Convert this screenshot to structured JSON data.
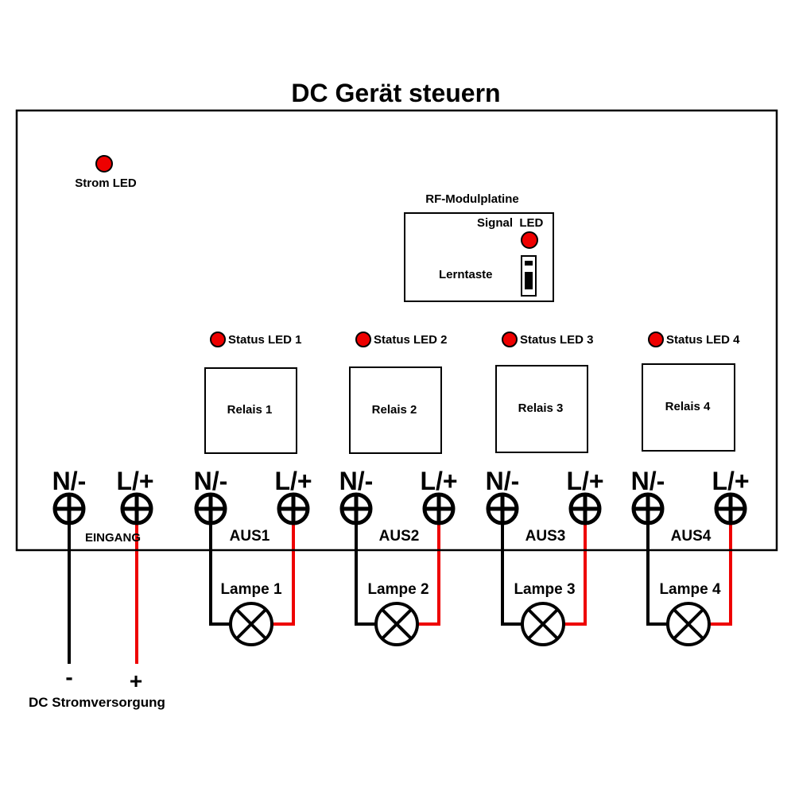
{
  "title": "DC Gerät steuern",
  "colors": {
    "led": "#ee0000",
    "wire_neg": "#000000",
    "wire_pos": "#ee0000"
  },
  "power_led": {
    "label": "Strom LED"
  },
  "rf_module": {
    "title": "RF-Modulplatine",
    "signal_led_label": "Signal  LED",
    "learn_button_label": "Lerntaste"
  },
  "input": {
    "label": "EINGANG",
    "terminal_neg": "N/-",
    "terminal_pos": "L/+"
  },
  "channels": [
    {
      "status_led": "Status LED 1",
      "relay": "Relais 1",
      "output": "AUS1",
      "terminal_neg": "N/-",
      "terminal_pos": "L/+",
      "lamp": "Lampe 1"
    },
    {
      "status_led": "Status LED 2",
      "relay": "Relais 2",
      "output": "AUS2",
      "terminal_neg": "N/-",
      "terminal_pos": "L/+",
      "lamp": "Lampe 2"
    },
    {
      "status_led": "Status LED 3",
      "relay": "Relais 3",
      "output": "AUS3",
      "terminal_neg": "N/-",
      "terminal_pos": "L/+",
      "lamp": "Lampe 3"
    },
    {
      "status_led": "Status LED 4",
      "relay": "Relais 4",
      "output": "AUS4",
      "terminal_neg": "N/-",
      "terminal_pos": "L/+",
      "lamp": "Lampe 4"
    }
  ],
  "power_supply": {
    "label": "DC Stromversorgung",
    "minus": "-",
    "plus": "+"
  }
}
